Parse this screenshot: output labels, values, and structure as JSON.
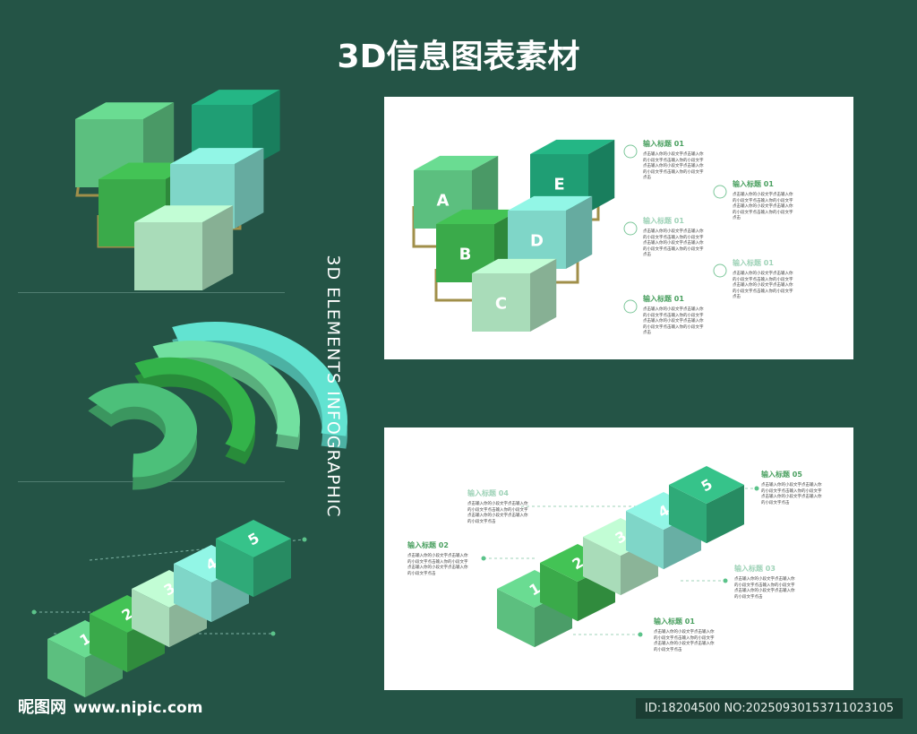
{
  "title": "3D信息图表素材",
  "vertical_text": "3D ELEMENTS INFOGRAPHIC",
  "colors": {
    "bg": "#245446",
    "g1": "#5cbf7f",
    "g2": "#3aaa4a",
    "teal": "#1f9e74",
    "lteal": "#7fd6c8",
    "pale": "#a9dcb9"
  },
  "panel1": {
    "cube_labels": [
      "A",
      "B",
      "C",
      "D",
      "E"
    ],
    "items": [
      {
        "title": "输入标题 01",
        "body": "点击输入你的小段文字点击输入你的小段文字点击输入你的小段文字点击输入你的小段文字点击输入你的小段文字点击输入你的小段文字点击",
        "icon": "globe-people-icon"
      },
      {
        "title": "输入标题 01",
        "body": "点击输入你的小段文字点击输入你的小段文字点击输入你的小段文字点击输入你的小段文字点击输入你的小段文字点击输入你的小段文字点击",
        "icon": "team-exchange-icon"
      },
      {
        "title": "输入标题 01",
        "body": "点击输入你的小段文字点击输入你的小段文字点击输入你的小段文字点击输入你的小段文字点击输入你的小段文字点击输入你的小段文字点击",
        "icon": "handshake-icon"
      },
      {
        "title": "输入标题 01",
        "body": "点击输入你的小段文字点击输入你的小段文字点击输入你的小段文字点击输入你的小段文字点击输入你的小段文字点击输入你的小段文字点击",
        "icon": "group-icon"
      },
      {
        "title": "输入标题 01",
        "body": "点击输入你的小段文字点击输入你的小段文字点击输入你的小段文字点击输入你的小段文字点击输入你的小段文字点击输入你的小段文字点击",
        "icon": "meeting-icon"
      }
    ]
  },
  "panel2": {
    "step_labels": [
      "1",
      "2",
      "3",
      "4",
      "5"
    ],
    "items": [
      {
        "title": "输入标题 05",
        "body": "点击输入你的小段文字点击输入你的小段文字点击输入你的小段文字点击输入你的小段文字点击输入你的小段文字点击"
      },
      {
        "title": "输入标题 04",
        "body": "点击输入你的小段文字点击输入你的小段文字点击输入你的小段文字点击输入你的小段文字点击输入你的小段文字点击"
      },
      {
        "title": "输入标题 02",
        "body": "点击输入你的小段文字点击输入你的小段文字点击输入你的小段文字点击输入你的小段文字点击输入你的小段文字点击"
      },
      {
        "title": "输入标题 03",
        "body": "点击输入你的小段文字点击输入你的小段文字点击输入你的小段文字点击输入你的小段文字点击输入你的小段文字点击"
      },
      {
        "title": "输入标题 01",
        "body": "点击输入你的小段文字点击输入你的小段文字点击输入你的小段文字点击输入你的小段文字点击输入你的小段文字点击"
      }
    ]
  },
  "watermark": {
    "site": "昵图网",
    "url": "www.nipic.com",
    "id": "ID:18204500 NO:20250930153711023105"
  }
}
